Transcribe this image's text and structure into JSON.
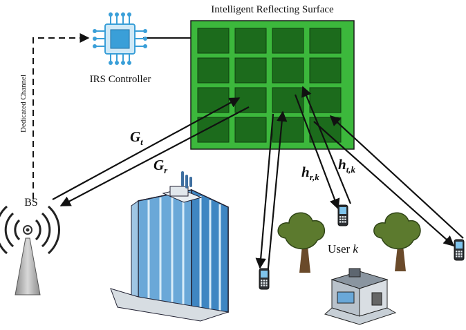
{
  "title": "Intelligent Reflecting Surface",
  "controller_label": "IRS Controller",
  "dedicated_channel_label": "Dedicated Channel",
  "bs_label": "BS",
  "user_label": "User",
  "user_index": "k",
  "channels": {
    "g_t": {
      "base": "G",
      "sub": "t"
    },
    "g_r": {
      "base": "G",
      "sub": "r"
    },
    "h_r": {
      "base": "h",
      "sub": "r,k"
    },
    "h_t": {
      "base": "h",
      "sub": "t,k"
    }
  },
  "colors": {
    "irs_board": "#3cb83c",
    "irs_element": "#1c6b1c",
    "building_glass": "#6aa8d8",
    "chip": "#3a9fd8",
    "tree": "#5c7a2e"
  }
}
